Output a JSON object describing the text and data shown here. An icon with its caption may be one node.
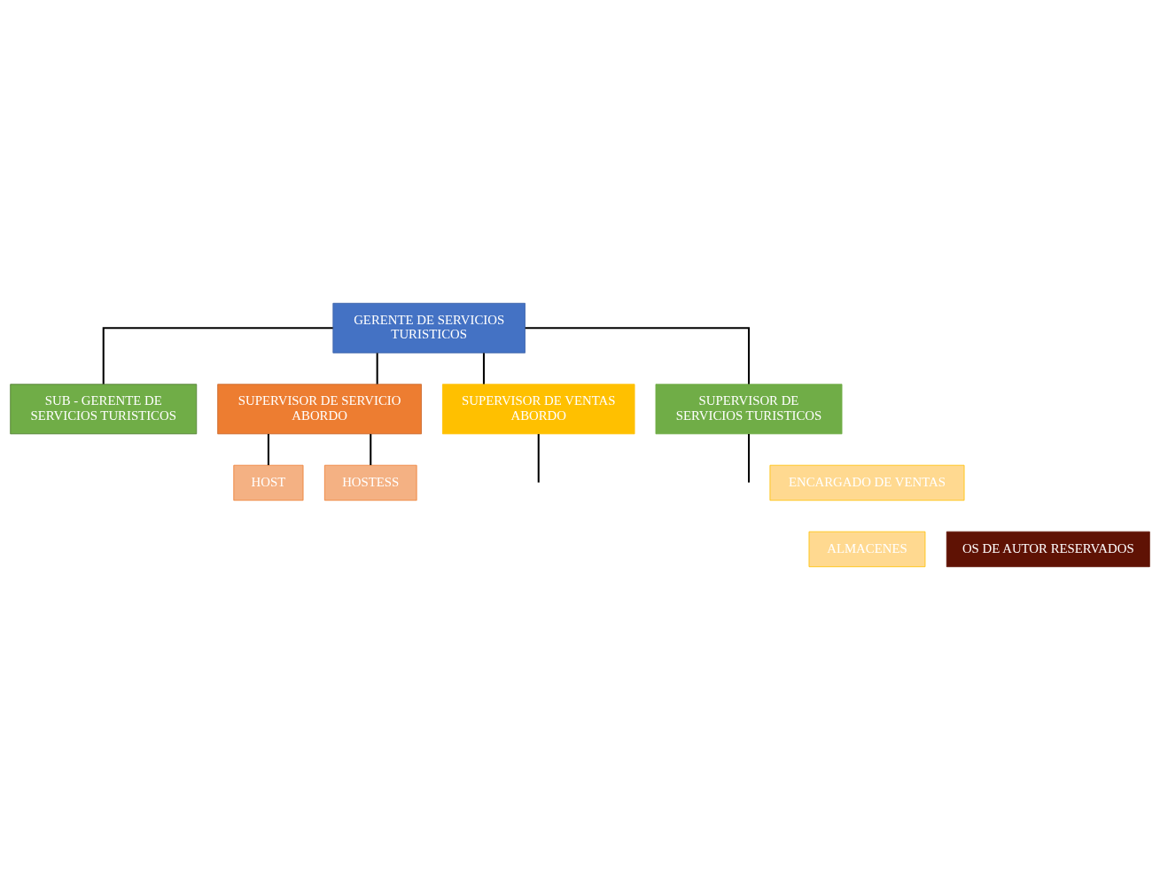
{
  "diagram": {
    "nodes": [
      {
        "text": [
          "GERENTE DE SERVICIOS TURISTICOS"
        ]
      },
      {
        "text": [
          "SUB - GERENTE DE SERVICIOS TURISTICOS"
        ]
      },
      {
        "text": [
          "SUPERVISOR DE SERVICIO ABORDO"
        ]
      },
      {
        "text": [
          "SUPERVISOR DE VENTAS ABORDO"
        ]
      },
      {
        "text": [
          "SUPERVISOR DE SERVICIOS TURISTICOS"
        ]
      },
      {
        "text": [
          "HOST"
        ]
      },
      {
        "text": [
          "HOSTESS"
        ]
      },
      {
        "text": [
          "ENCARGADO DE VENTAS"
        ]
      },
      {
        "text": [
          "ALMACENES"
        ]
      },
      {
        "text": [
          "OS DE AUTOR RESERVADOS"
        ]
      }
    ],
    "edges": [
      {
        "from": 0,
        "to": 1,
        "arrow": "none"
      },
      {
        "from": 0,
        "to": 2,
        "arrow": "none"
      },
      {
        "from": 0,
        "to": 3,
        "arrow": "none"
      },
      {
        "from": 0,
        "to": 4,
        "arrow": "none"
      },
      {
        "from": 2,
        "to": 5,
        "arrow": "none"
      },
      {
        "from": 2,
        "to": 6,
        "arrow": "none"
      },
      {
        "from": 3,
        "to": null,
        "arrow": "none"
      },
      {
        "from": 4,
        "to": null,
        "arrow": "none"
      }
    ]
  }
}
